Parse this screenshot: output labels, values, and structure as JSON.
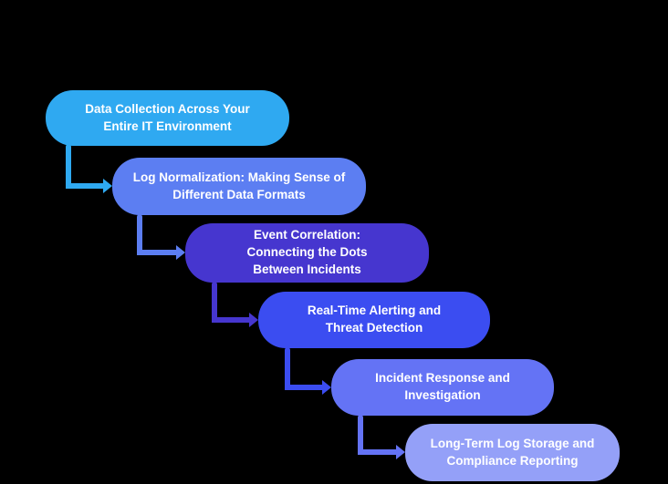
{
  "diagram": {
    "background": "#000000",
    "text_color": "#ffffff",
    "nodes": [
      {
        "id": 1,
        "label": "Data Collection Across Your\nEntire IT Environment",
        "color": "#2fa9f1"
      },
      {
        "id": 2,
        "label": "Log Normalization: Making Sense of\nDifferent Data Formats",
        "color": "#5c7ef2"
      },
      {
        "id": 3,
        "label": "Event Correlation:\nConnecting the Dots\nBetween Incidents",
        "color": "#4636cf"
      },
      {
        "id": 4,
        "label": "Real-Time Alerting and\nThreat Detection",
        "color": "#3b4df1"
      },
      {
        "id": 5,
        "label": "Incident Response and\nInvestigation",
        "color": "#6473f5"
      },
      {
        "id": 6,
        "label": "Long-Term Log Storage and\nCompliance Reporting",
        "color": "#94a0f8"
      }
    ],
    "connectors": [
      {
        "from": 1,
        "to": 2,
        "color": "#2fa9f1"
      },
      {
        "from": 2,
        "to": 3,
        "color": "#5c7ef2"
      },
      {
        "from": 3,
        "to": 4,
        "color": "#4636cf"
      },
      {
        "from": 4,
        "to": 5,
        "color": "#3b4df1"
      },
      {
        "from": 5,
        "to": 6,
        "color": "#6473f5"
      }
    ]
  }
}
